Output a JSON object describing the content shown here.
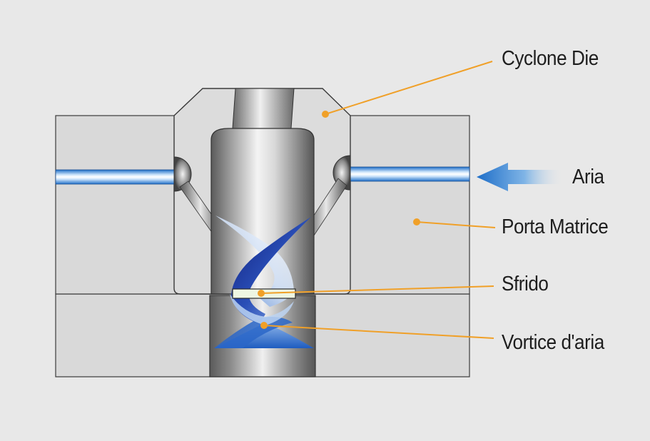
{
  "labels": {
    "cyclone_die": "Cyclone Die",
    "aria": "Aria",
    "porta_matrice": "Porta Matrice",
    "sfrido": "Sfrido",
    "vortice": "Vortice d'aria"
  },
  "colors": {
    "background": "#e8e8e8",
    "block_fill": "#d9d9d9",
    "outline": "#3a3a3a",
    "leader": "#f0a028",
    "air_blue": "#1e6ec8",
    "vortex_dark": "#1a3a9a"
  },
  "icons": {
    "air_arrow": "arrow-left-icon"
  }
}
